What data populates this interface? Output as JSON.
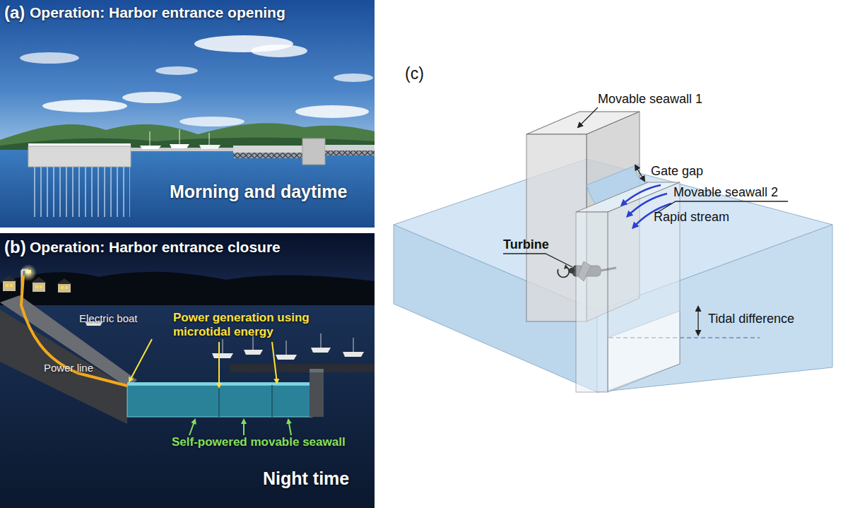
{
  "diagram": {
    "nodes": [
      {
        "text": [
          "(a)",
          "Operation: Harbor entrance opening",
          "Morning and daytime"
        ]
      },
      {
        "text": [
          "(b)",
          "Operation: Harbor entrance closure",
          "Night time"
        ]
      }
    ],
    "labels": [
      "Electric boat",
      "Power line",
      "Power generation using microtidal energy",
      "Self-powered movable seawall",
      "(c)",
      "Movable seawall 1",
      "Gate gap",
      "Movable seawall 2",
      "Rapid stream",
      "Turbine",
      "Tidal difference"
    ]
  }
}
